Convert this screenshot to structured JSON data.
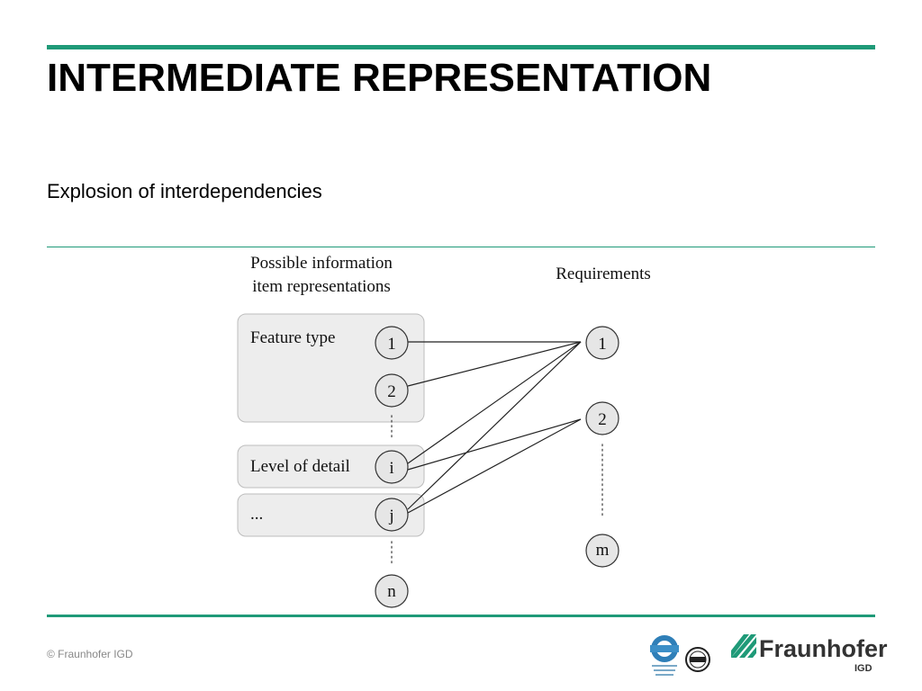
{
  "slide": {
    "title": "INTERMEDIATE REPRESENTATION",
    "subtitle": "Explosion of interdependencies",
    "copyright": "© Fraunhofer IGD"
  },
  "diagram": {
    "left_heading_line1": "Possible information",
    "left_heading_line2": "item representations",
    "right_heading": "Requirements",
    "groups": [
      {
        "label": "Feature type"
      },
      {
        "label": "Level of detail"
      },
      {
        "label": "..."
      }
    ],
    "left_nodes": [
      "1",
      "2",
      "i",
      "j",
      "n"
    ],
    "right_nodes": [
      "1",
      "2",
      "m"
    ],
    "edges": [
      {
        "from": "1",
        "to": "1"
      },
      {
        "from": "2",
        "to": "1"
      },
      {
        "from": "i",
        "to": "1"
      },
      {
        "from": "j",
        "to": "1"
      },
      {
        "from": "i",
        "to": "2"
      },
      {
        "from": "j",
        "to": "2"
      }
    ]
  },
  "branding": {
    "org_name": "Fraunhofer",
    "org_unit": "IGD",
    "accent_color": "#1f9a78",
    "certification_logos": [
      "dqs-certificate-logo",
      "iqnet-logo"
    ]
  }
}
